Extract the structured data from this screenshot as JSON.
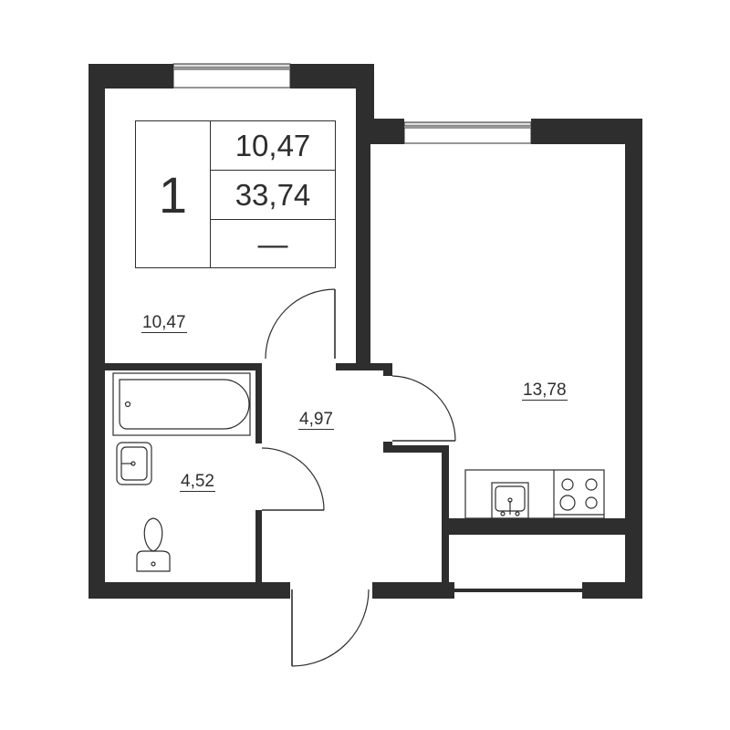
{
  "plan": {
    "type": "apartment-floor-plan",
    "rooms_count": "1",
    "living_area": "10,47",
    "total_area": "33,74",
    "balcony_area": "—"
  },
  "rooms": [
    {
      "name": "room",
      "area": "10,47"
    },
    {
      "name": "hallway",
      "area": "4,97"
    },
    {
      "name": "bathroom",
      "area": "4,52"
    },
    {
      "name": "kitchen-living",
      "area": "13,78"
    }
  ],
  "colors": {
    "wall": "#2e2e2e",
    "background": "#ffffff"
  }
}
